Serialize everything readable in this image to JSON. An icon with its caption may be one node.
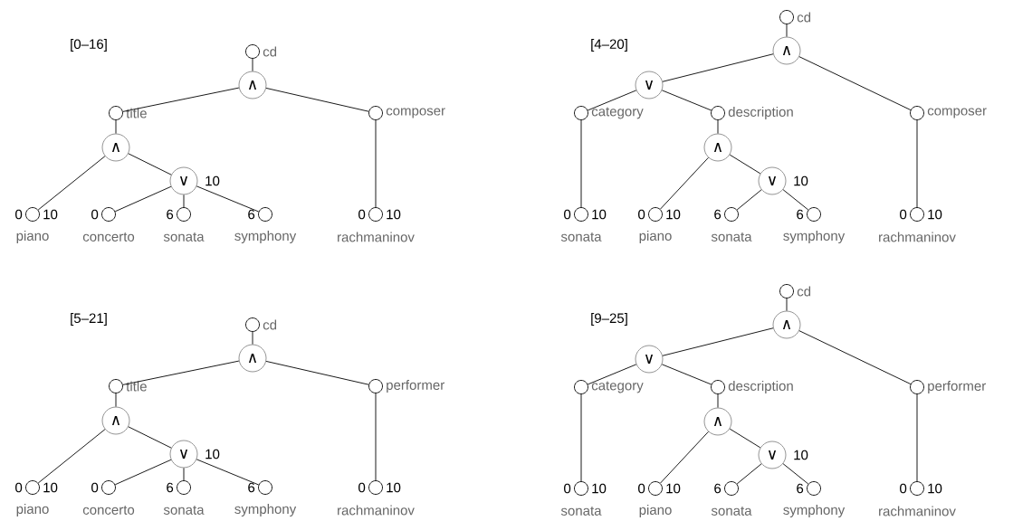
{
  "diagram": {
    "nodes": [
      {
        "text": [],
        "shape": "circle",
        "beside": [
          "cd"
        ]
      },
      {
        "text": [
          "∧"
        ]
      },
      {
        "text": [],
        "shape": "circle",
        "beside": [
          "title"
        ]
      },
      {
        "text": [],
        "shape": "circle",
        "beside": [
          "composer"
        ]
      },
      {
        "text": [
          "∧"
        ]
      },
      {
        "text": [
          "∨"
        ],
        "beside": [
          "10"
        ]
      },
      {
        "text": [],
        "shape": "circle",
        "beside": [
          "0",
          "10",
          "piano"
        ]
      },
      {
        "text": [],
        "shape": "circle",
        "beside": [
          "0",
          "concerto"
        ]
      },
      {
        "text": [],
        "shape": "circle",
        "beside": [
          "6",
          "sonata"
        ]
      },
      {
        "text": [],
        "shape": "circle",
        "beside": [
          "6",
          "symphony"
        ]
      },
      {
        "text": [],
        "shape": "circle",
        "beside": [
          "0",
          "10",
          "rachmaninov"
        ]
      },
      {
        "text": [],
        "shape": "circle",
        "beside": [
          "cd"
        ]
      },
      {
        "text": [
          "∧"
        ]
      },
      {
        "text": [
          "∨"
        ]
      },
      {
        "text": [],
        "shape": "circle",
        "beside": [
          "category"
        ]
      },
      {
        "text": [],
        "shape": "circle",
        "beside": [
          "description"
        ]
      },
      {
        "text": [],
        "shape": "circle",
        "beside": [
          "composer"
        ]
      },
      {
        "text": [
          "∧"
        ]
      },
      {
        "text": [
          "∨"
        ],
        "beside": [
          "10"
        ]
      },
      {
        "text": [],
        "shape": "circle",
        "beside": [
          "0",
          "10",
          "sonata"
        ]
      },
      {
        "text": [],
        "shape": "circle",
        "beside": [
          "0",
          "10",
          "piano"
        ]
      },
      {
        "text": [],
        "shape": "circle",
        "beside": [
          "6",
          "sonata"
        ]
      },
      {
        "text": [],
        "shape": "circle",
        "beside": [
          "6",
          "symphony"
        ]
      },
      {
        "text": [],
        "shape": "circle",
        "beside": [
          "0",
          "10",
          "rachmaninov"
        ]
      },
      {
        "text": [],
        "shape": "circle",
        "beside": [
          "cd"
        ]
      },
      {
        "text": [
          "∧"
        ]
      },
      {
        "text": [],
        "shape": "circle",
        "beside": [
          "title"
        ]
      },
      {
        "text": [],
        "shape": "circle",
        "beside": [
          "performer"
        ]
      },
      {
        "text": [
          "∧"
        ]
      },
      {
        "text": [
          "∨"
        ],
        "beside": [
          "10"
        ]
      },
      {
        "text": [],
        "shape": "circle",
        "beside": [
          "0",
          "10",
          "piano"
        ]
      },
      {
        "text": [],
        "shape": "circle",
        "beside": [
          "0",
          "concerto"
        ]
      },
      {
        "text": [],
        "shape": "circle",
        "beside": [
          "6",
          "sonata"
        ]
      },
      {
        "text": [],
        "shape": "circle",
        "beside": [
          "6",
          "symphony"
        ]
      },
      {
        "text": [],
        "shape": "circle",
        "beside": [
          "0",
          "10",
          "rachmaninov"
        ]
      },
      {
        "text": [],
        "shape": "circle",
        "beside": [
          "cd"
        ]
      },
      {
        "text": [
          "∧"
        ]
      },
      {
        "text": [
          "∨"
        ]
      },
      {
        "text": [],
        "shape": "circle",
        "beside": [
          "category"
        ]
      },
      {
        "text": [],
        "shape": "circle",
        "beside": [
          "description"
        ]
      },
      {
        "text": [],
        "shape": "circle",
        "beside": [
          "performer"
        ]
      },
      {
        "text": [
          "∧"
        ]
      },
      {
        "text": [
          "∨"
        ],
        "beside": [
          "10"
        ]
      },
      {
        "text": [],
        "shape": "circle",
        "beside": [
          "0",
          "10",
          "sonata"
        ]
      },
      {
        "text": [],
        "shape": "circle",
        "beside": [
          "0",
          "10",
          "piano"
        ]
      },
      {
        "text": [],
        "shape": "circle",
        "beside": [
          "6",
          "sonata"
        ]
      },
      {
        "text": [],
        "shape": "circle",
        "beside": [
          "6",
          "symphony"
        ]
      },
      {
        "text": [],
        "shape": "circle",
        "beside": [
          "0",
          "10",
          "rachmaninov"
        ]
      }
    ],
    "edges": [
      {
        "from": 0,
        "to": 1,
        "arrow": "none"
      },
      {
        "from": 1,
        "to": 2,
        "arrow": "none"
      },
      {
        "from": 1,
        "to": 3,
        "arrow": "none"
      },
      {
        "from": 2,
        "to": 4,
        "arrow": "none"
      },
      {
        "from": 4,
        "to": 6,
        "arrow": "none"
      },
      {
        "from": 4,
        "to": 5,
        "arrow": "none"
      },
      {
        "from": 5,
        "to": 7,
        "arrow": "none"
      },
      {
        "from": 5,
        "to": 8,
        "arrow": "none"
      },
      {
        "from": 5,
        "to": 9,
        "arrow": "none"
      },
      {
        "from": 3,
        "to": 10,
        "arrow": "none"
      },
      {
        "from": 11,
        "to": 12,
        "arrow": "none"
      },
      {
        "from": 12,
        "to": 13,
        "arrow": "none"
      },
      {
        "from": 12,
        "to": 16,
        "arrow": "none"
      },
      {
        "from": 13,
        "to": 14,
        "arrow": "none"
      },
      {
        "from": 13,
        "to": 15,
        "arrow": "none"
      },
      {
        "from": 14,
        "to": 19,
        "arrow": "none"
      },
      {
        "from": 15,
        "to": 17,
        "arrow": "none"
      },
      {
        "from": 17,
        "to": 20,
        "arrow": "none"
      },
      {
        "from": 17,
        "to": 18,
        "arrow": "none"
      },
      {
        "from": 18,
        "to": 21,
        "arrow": "none"
      },
      {
        "from": 18,
        "to": 22,
        "arrow": "none"
      },
      {
        "from": 16,
        "to": 23,
        "arrow": "none"
      },
      {
        "from": 24,
        "to": 25,
        "arrow": "none"
      },
      {
        "from": 25,
        "to": 26,
        "arrow": "none"
      },
      {
        "from": 25,
        "to": 27,
        "arrow": "none"
      },
      {
        "from": 26,
        "to": 28,
        "arrow": "none"
      },
      {
        "from": 28,
        "to": 30,
        "arrow": "none"
      },
      {
        "from": 28,
        "to": 29,
        "arrow": "none"
      },
      {
        "from": 29,
        "to": 31,
        "arrow": "none"
      },
      {
        "from": 29,
        "to": 32,
        "arrow": "none"
      },
      {
        "from": 29,
        "to": 33,
        "arrow": "none"
      },
      {
        "from": 27,
        "to": 34,
        "arrow": "none"
      },
      {
        "from": 35,
        "to": 36,
        "arrow": "none"
      },
      {
        "from": 36,
        "to": 37,
        "arrow": "none"
      },
      {
        "from": 36,
        "to": 40,
        "arrow": "none"
      },
      {
        "from": 37,
        "to": 38,
        "arrow": "none"
      },
      {
        "from": 37,
        "to": 39,
        "arrow": "none"
      },
      {
        "from": 38,
        "to": 43,
        "arrow": "none"
      },
      {
        "from": 39,
        "to": 41,
        "arrow": "none"
      },
      {
        "from": 41,
        "to": 44,
        "arrow": "none"
      },
      {
        "from": 41,
        "to": 42,
        "arrow": "none"
      },
      {
        "from": 42,
        "to": 45,
        "arrow": "none"
      },
      {
        "from": 42,
        "to": 46,
        "arrow": "none"
      },
      {
        "from": 40,
        "to": 47,
        "arrow": "none"
      }
    ],
    "labels": [
      "[0–16]",
      "[4–20]",
      "[5–21]",
      "[9–25]"
    ]
  }
}
